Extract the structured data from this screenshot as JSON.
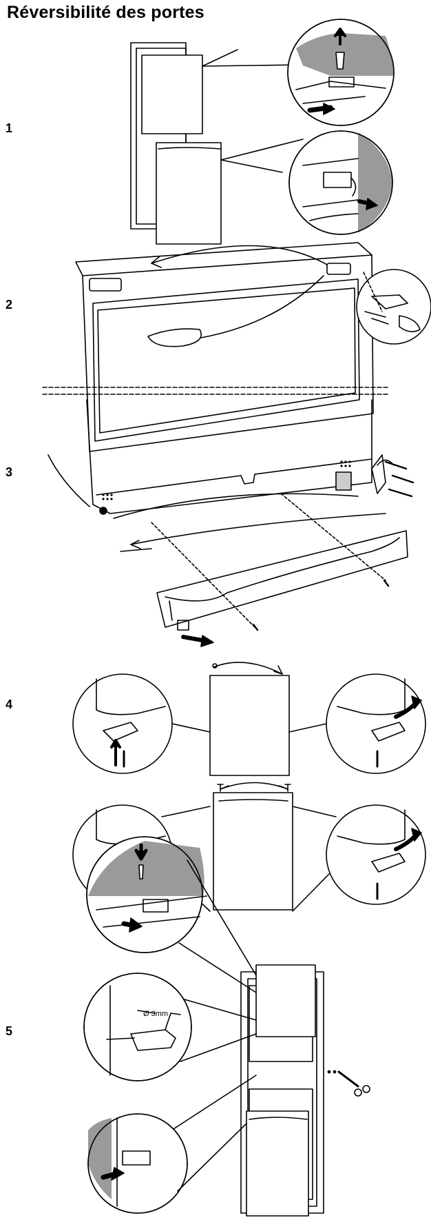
{
  "title": "Réversibilité des portes",
  "steps": [
    {
      "number": "1"
    },
    {
      "number": "2"
    },
    {
      "number": "3"
    },
    {
      "number": "4"
    },
    {
      "number": "5"
    }
  ],
  "drill_label": "Ø 3mm",
  "colors": {
    "ink": "#000000",
    "shade": "#9a9a9a",
    "paper": "#ffffff"
  }
}
